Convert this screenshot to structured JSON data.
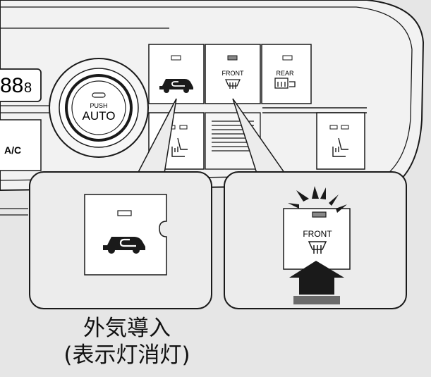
{
  "panel": {
    "display_digits": "88",
    "display_decimal": "8",
    "ac_label": "A/C",
    "auto_knob": {
      "push_label": "PUSH",
      "auto_label": "AUTO"
    },
    "front_defrost_label": "FRONT",
    "rear_defrost_label": "REAR"
  },
  "callouts": {
    "left": {
      "mode": "fresh-air",
      "indicator": "off"
    },
    "right": {
      "label": "FRONT",
      "indicator": "on",
      "action": "press"
    }
  },
  "caption": {
    "line1": "外気導入",
    "line2": "(表示灯消灯)"
  },
  "icons": [
    "car-recirculation-icon",
    "front-defrost-icon",
    "rear-defrost-icon",
    "seat-heater-icon",
    "press-arrow-icon",
    "light-burst-icon"
  ],
  "colors": {
    "background": "#e6e6e6",
    "panel": "#f2f2f2",
    "button": "#ffffff",
    "outline": "#1a1a1a",
    "indicator_off": "#ffffff",
    "indicator_on": "#888888",
    "press_arrow": "#222222"
  }
}
